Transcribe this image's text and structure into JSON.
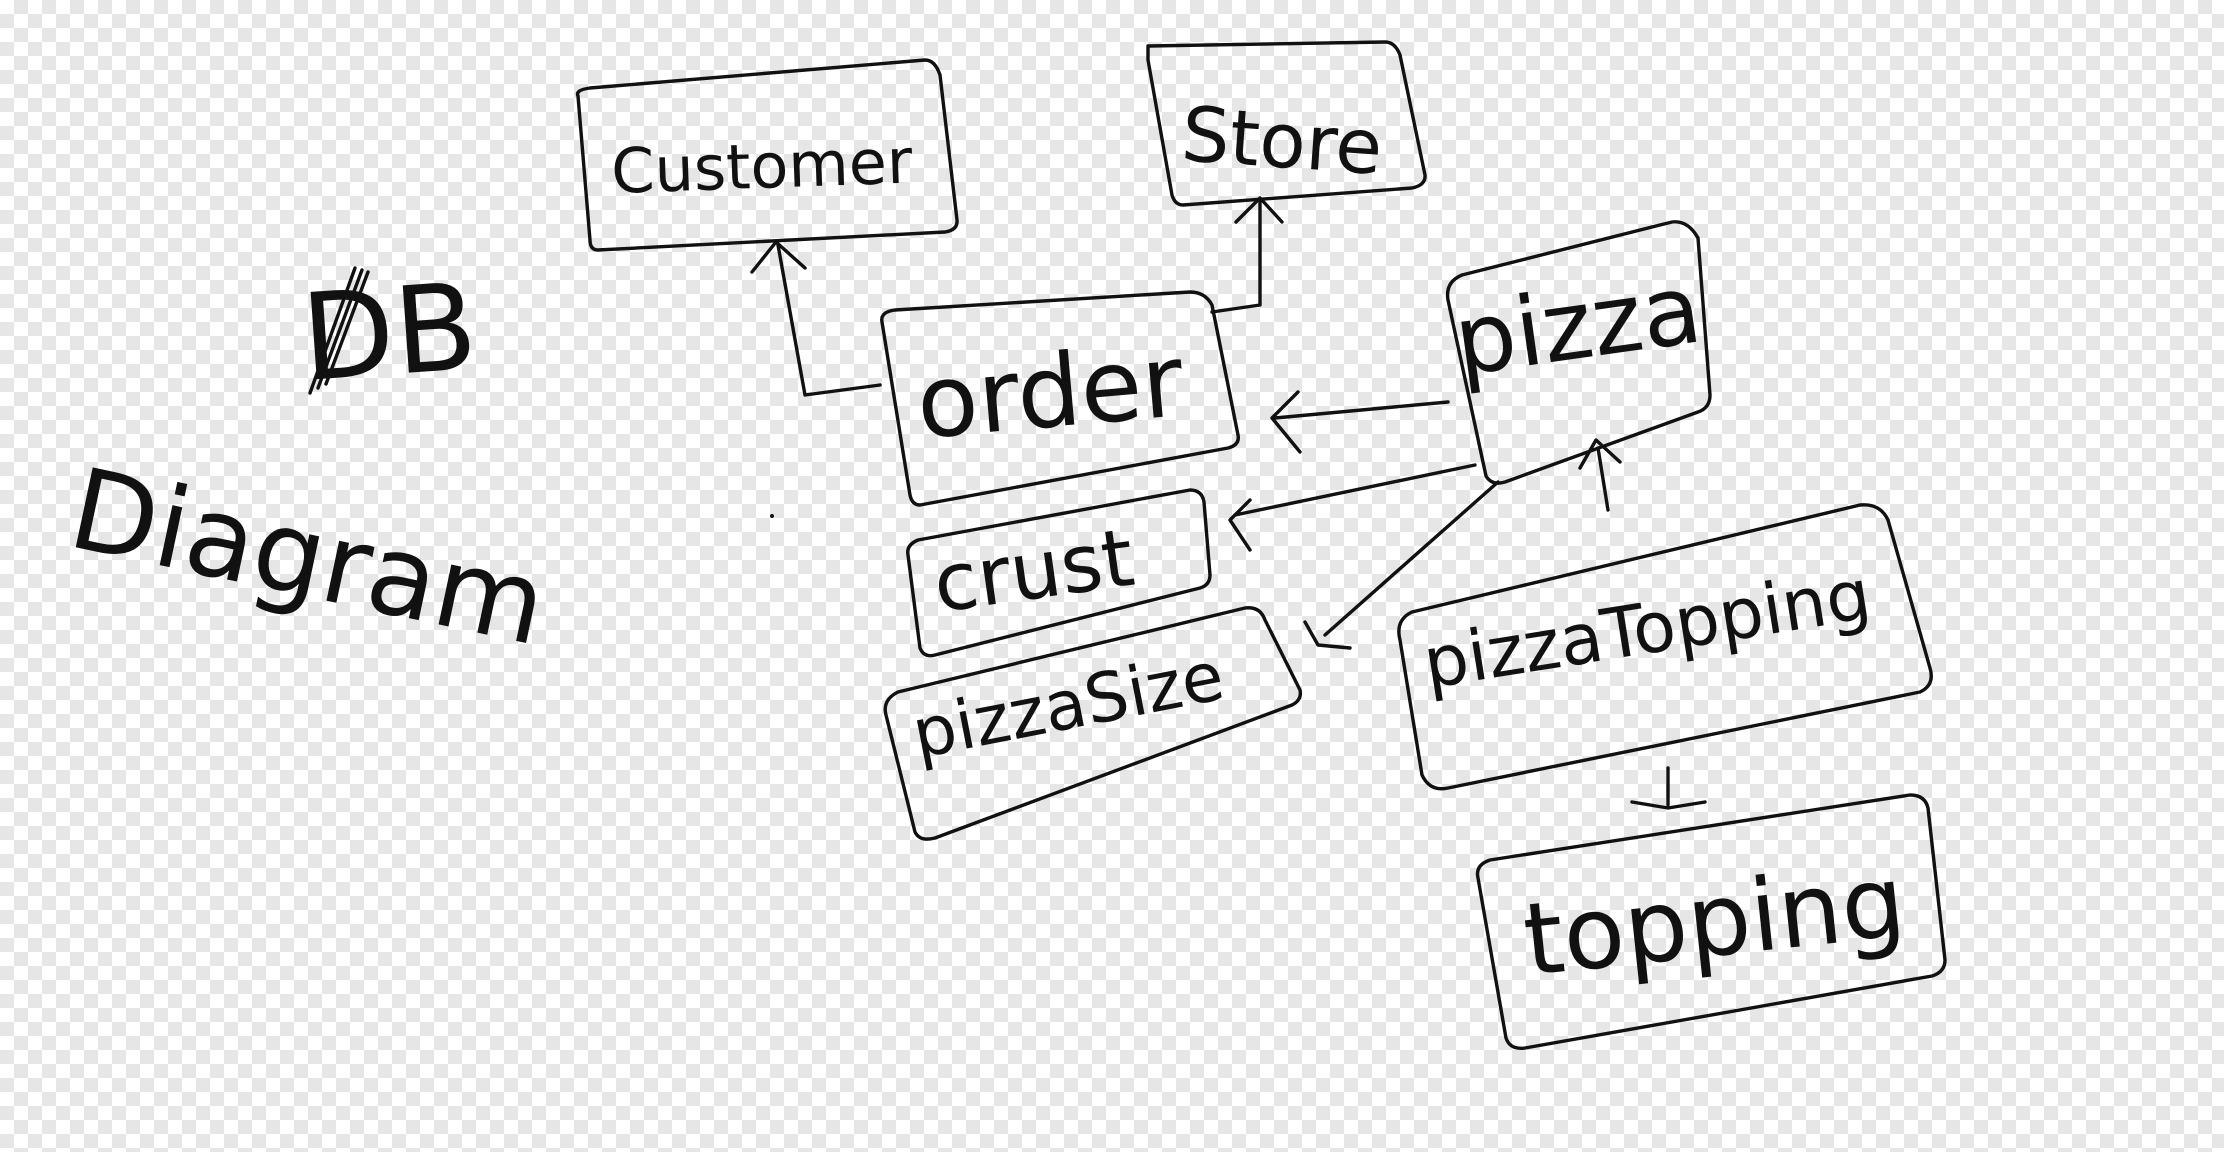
{
  "title": {
    "line1": "DB",
    "line2": "Diagram"
  },
  "entities": {
    "customer": "Customer",
    "store": "Store",
    "order": "order",
    "pizza": "pizza",
    "crust": "crust",
    "pizza_size": "pizzaSize",
    "pizza_topping": "pizzaTopping",
    "topping": "topping"
  },
  "colors": {
    "ink": "#111111",
    "checker_light": "#ffffff",
    "checker_dark": "#e6e6e6"
  }
}
